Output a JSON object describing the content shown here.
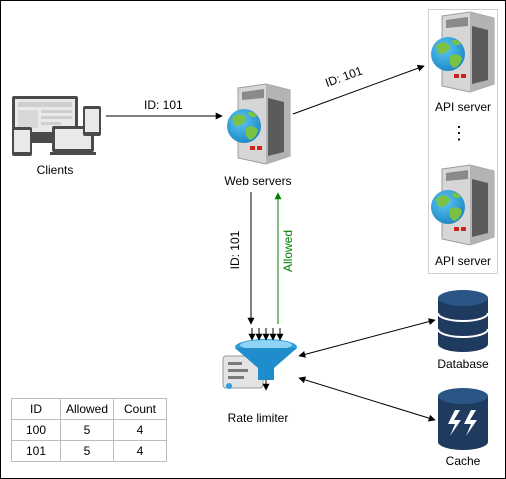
{
  "nodes": {
    "clients": "Clients",
    "web_servers": "Web servers",
    "api_server_top": "API server",
    "api_server_bottom": "API server",
    "ellipsis": "⋮",
    "rate_limiter": "Rate limiter",
    "database": "Database",
    "cache": "Cache"
  },
  "edges": {
    "clients_to_web": "ID: 101",
    "web_to_api": "ID: 101",
    "web_to_limiter": "ID: 101",
    "limiter_to_web": "Allowed"
  },
  "table": {
    "headers": [
      "ID",
      "Allowed",
      "Count"
    ],
    "rows": [
      [
        "100",
        "5",
        "4"
      ],
      [
        "101",
        "5",
        "4"
      ]
    ]
  },
  "colors": {
    "allowed_arrow": "#008000",
    "server_gray": "#c9c9c9",
    "globe_blue": "#2aa9e0",
    "globe_green": "#7cc242",
    "db_navy": "#1f3a5f",
    "funnel_blue": "#2e9fdc"
  }
}
